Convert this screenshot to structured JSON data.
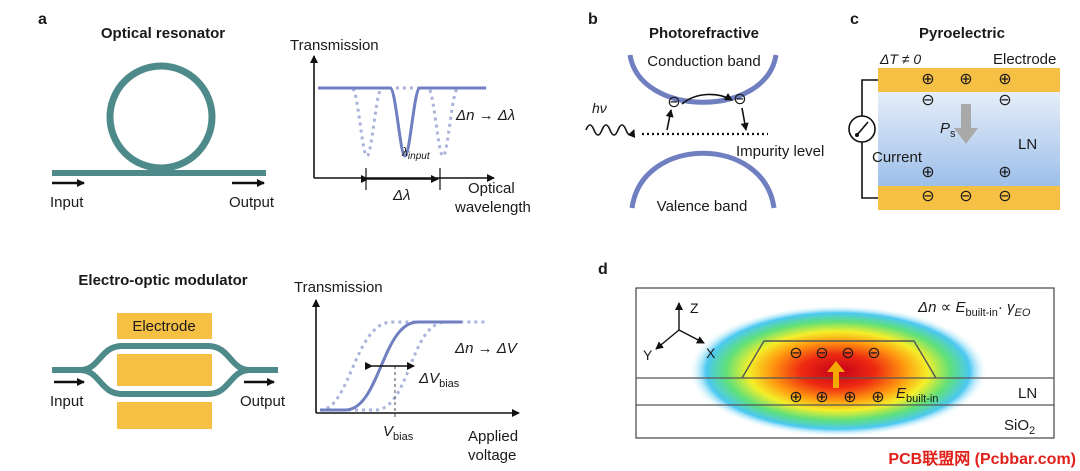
{
  "panel_a": {
    "label": "a",
    "resonator": {
      "title": "Optical resonator",
      "input_label": "Input",
      "output_label": "Output",
      "plot": {
        "ylabel": "Transmission",
        "xlabel_line1": "Optical",
        "xlabel_line2": "wavelength",
        "annotation": "Δn → Δλ",
        "dip_label_main": "λ",
        "dip_label_sub": "input",
        "shift_label": "Δλ"
      }
    },
    "modulator": {
      "title": "Electro-optic modulator",
      "electrode_label": "Electrode",
      "input_label": "Input",
      "output_label": "Output",
      "plot": {
        "ylabel": "Transmission",
        "xlabel_line1": "Applied",
        "xlabel_line2": "voltage",
        "annotation": "Δn → ΔV",
        "shift_label_main": "ΔV",
        "shift_label_sub": "bias",
        "bias_label_main": "V",
        "bias_label_sub": "bias"
      }
    }
  },
  "panel_b": {
    "label": "b",
    "title": "Photorefractive",
    "conduction_band": "Conduction band",
    "valence_band": "Valence band",
    "impurity_level": "Impurity level",
    "photon": "hν",
    "charge": "⊖"
  },
  "panel_c": {
    "label": "c",
    "title": "Pyroelectric",
    "delta_t": "ΔT ≠ 0",
    "electrode": "Electrode",
    "current": "Current",
    "material": "LN",
    "polarization_main": "P",
    "polarization_sub": "s"
  },
  "panel_d": {
    "label": "d",
    "equation_prefix": "Δn ∝ E",
    "equation_sub1": "built-in",
    "equation_dot": "· γ",
    "equation_sub2": "EO",
    "axis_z": "Z",
    "axis_x": "X",
    "axis_y": "Y",
    "field_main": "E",
    "field_sub": "built-in",
    "layer_ln": "LN",
    "layer_sio2_main": "SiO",
    "layer_sio2_sub": "2"
  },
  "watermark": "PCB联盟网 (Pcbbar.com)",
  "colors": {
    "waveguide": "#4f8a8b",
    "curve": "#6f7fc0",
    "curve_dotted": "#a9b3dc",
    "electrode": "#f5c043",
    "band": "#6f7fc0",
    "ln_gradient_top": "#e3edf8",
    "ln_gradient_bottom": "#9fc0e8"
  }
}
